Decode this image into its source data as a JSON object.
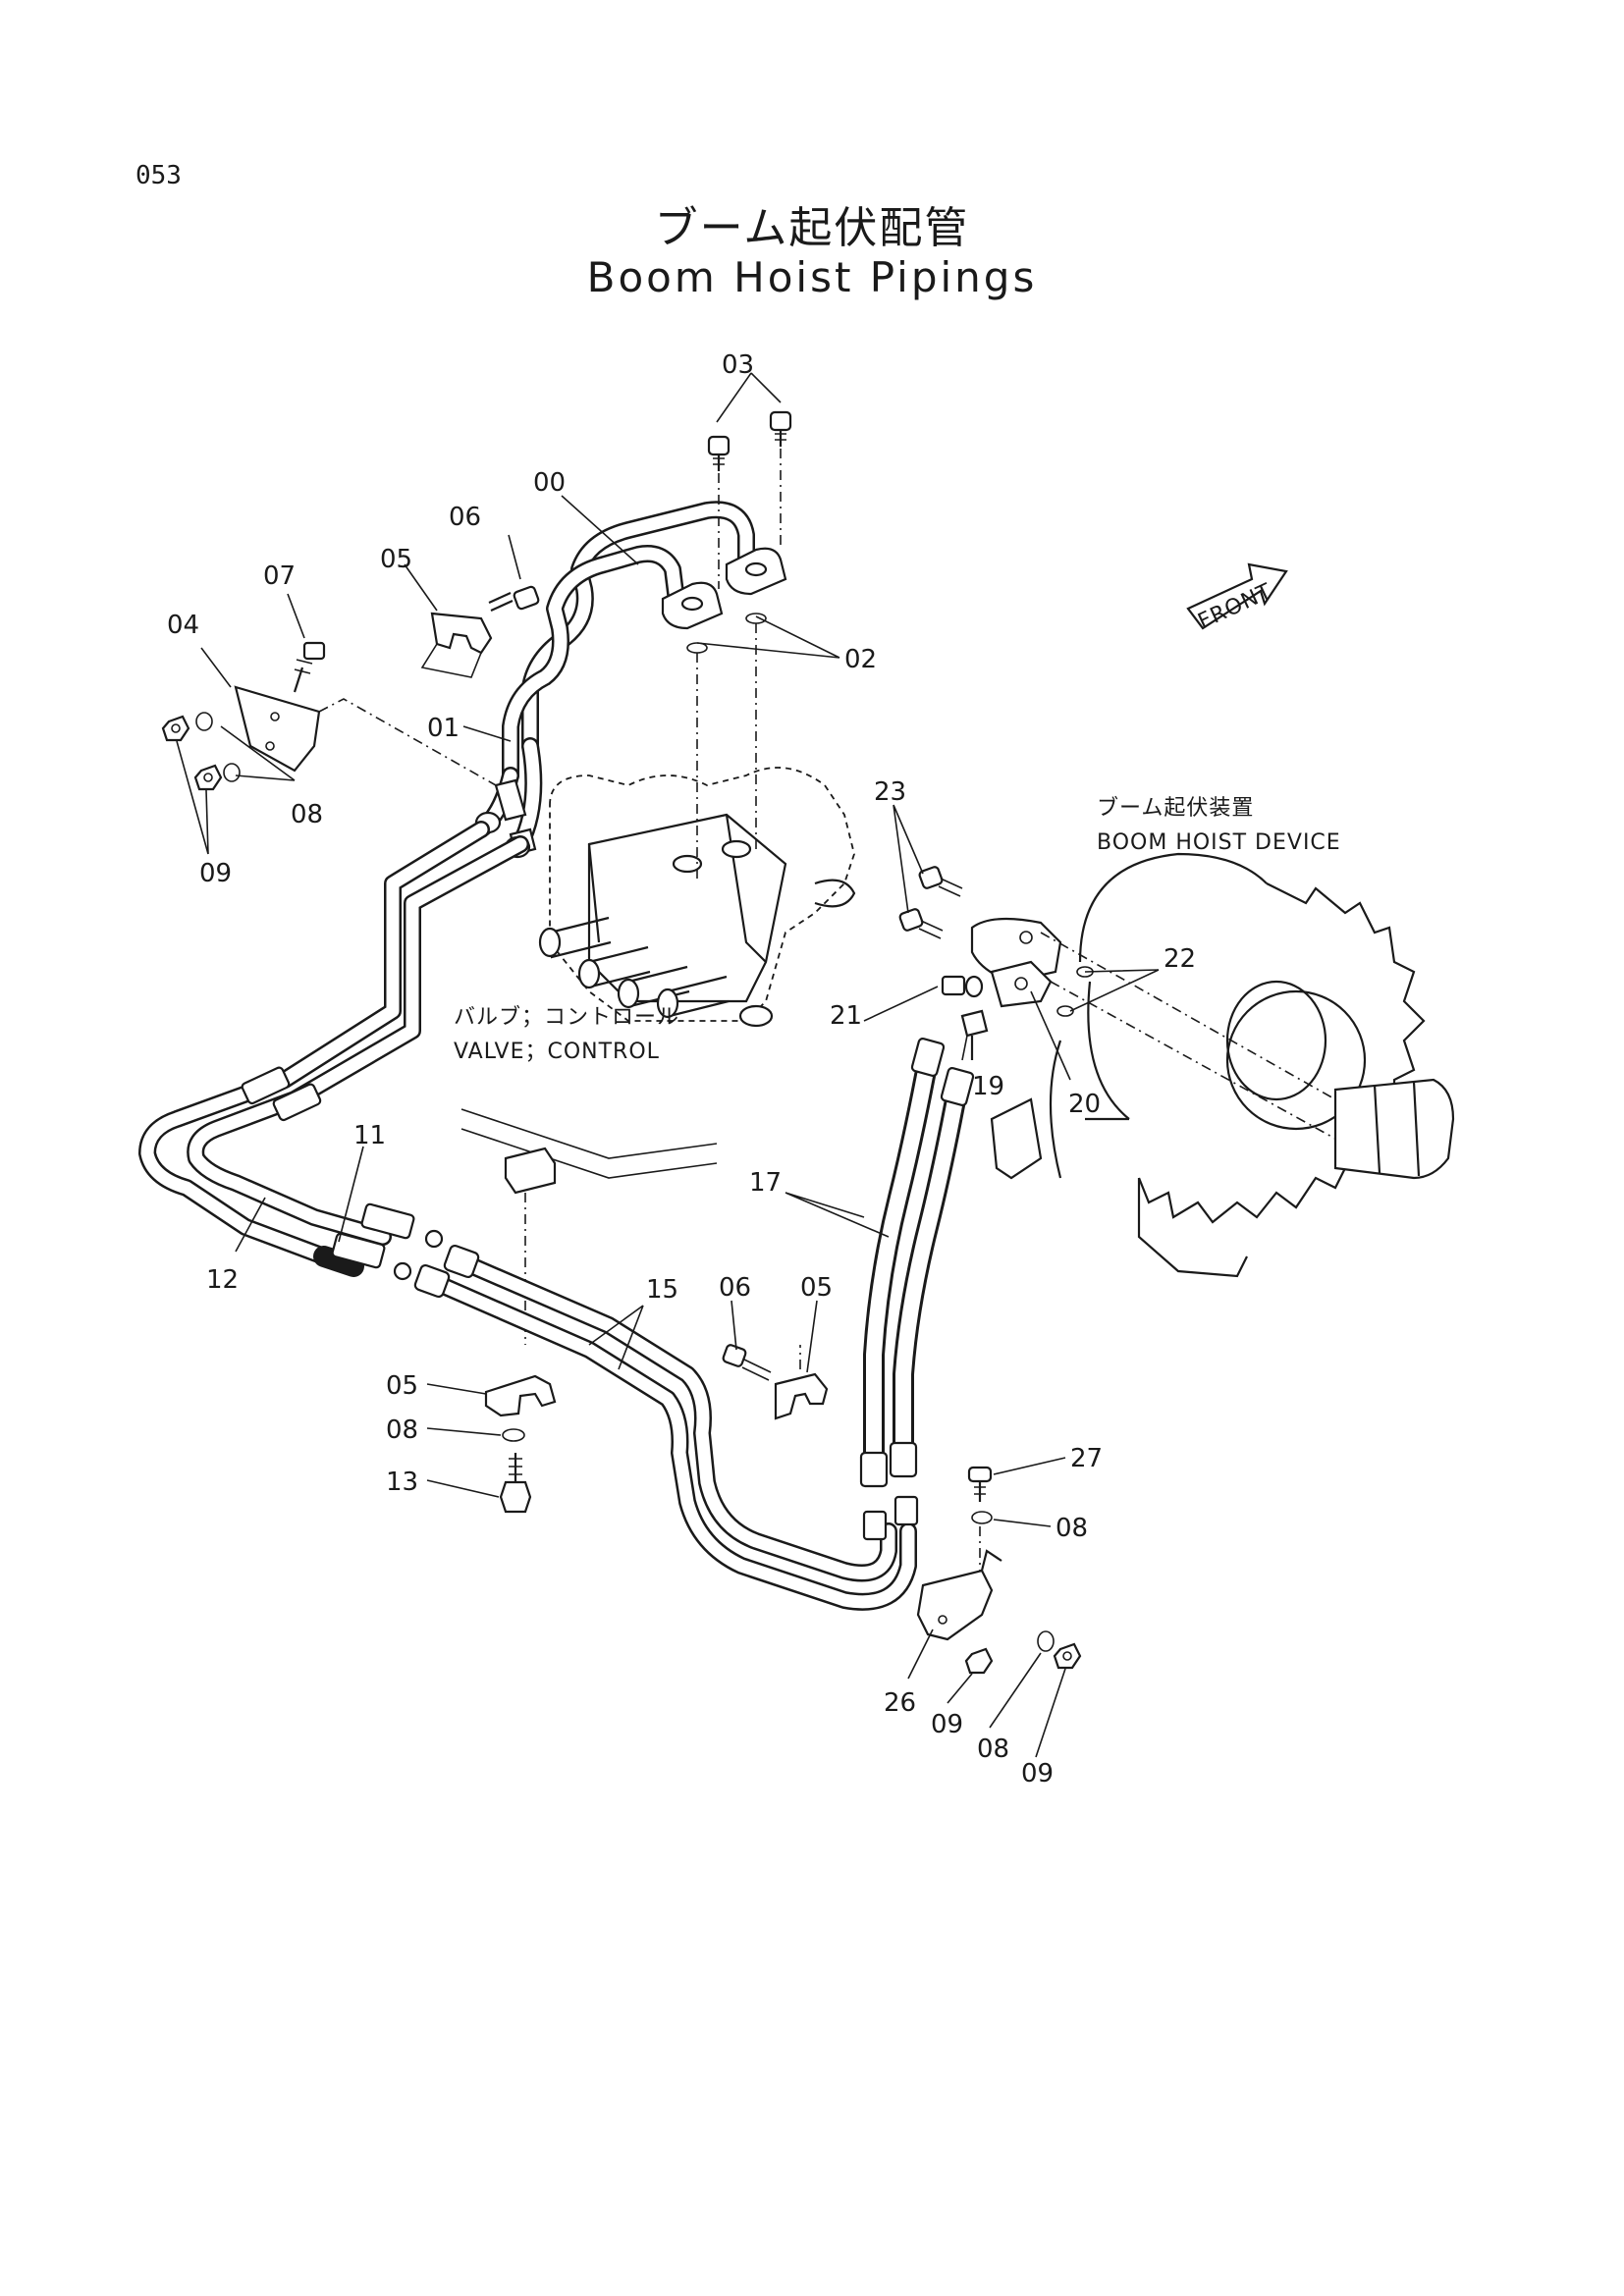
{
  "page_number": "053",
  "title_jp": "ブーム起伏配管",
  "title_en": "Boom Hoist Pipings",
  "front_label": "FRONT",
  "components": {
    "boom_hoist_device_jp": "ブーム起伏装置",
    "boom_hoist_device_en": "BOOM HOIST DEVICE",
    "control_valve_jp": "バルブ；コントロール",
    "control_valve_en": "VALVE；CONTROL"
  },
  "callouts": {
    "c03": "03",
    "c00": "00",
    "c06_top": "06",
    "c05_top": "05",
    "c07": "07",
    "c04": "04",
    "c02": "02",
    "c01": "01",
    "c08_left": "08",
    "c09_left": "09",
    "c23": "23",
    "c22": "22",
    "c21": "21",
    "c19": "19",
    "c20": "20",
    "c11": "11",
    "c12": "12",
    "c17": "17",
    "c15": "15",
    "c06_mid": "06",
    "c05_mid": "05",
    "c05_low": "05",
    "c08_low": "08",
    "c13": "13",
    "c27": "27",
    "c08_right": "08",
    "c26": "26",
    "c09_a": "09",
    "c08_b": "08",
    "c09_b": "09"
  }
}
